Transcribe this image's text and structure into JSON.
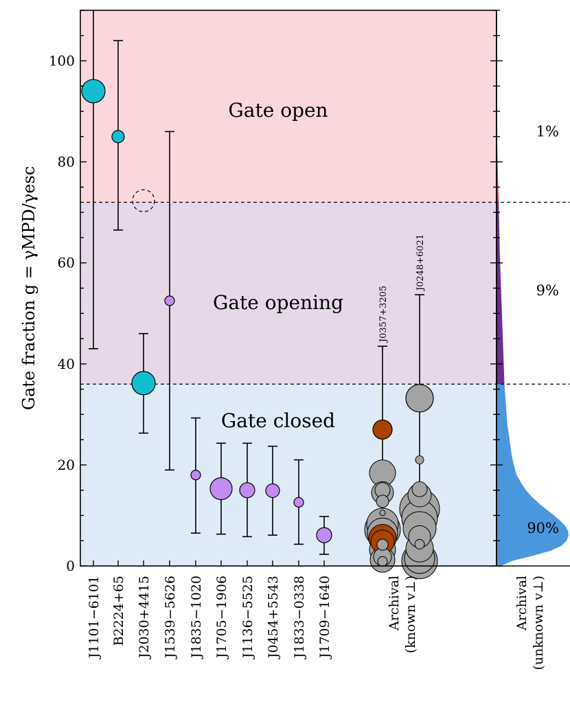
{
  "chart_data": {
    "type": "scatter",
    "ylabel": "Gate fraction g = γMPD/γesc",
    "ylim": [
      0,
      110
    ],
    "yticks": [
      0,
      20,
      40,
      60,
      80,
      100
    ],
    "regions": [
      {
        "label": "Gate open",
        "from": 72,
        "to": 110,
        "color": "#f9d7dd"
      },
      {
        "label": "Gate opening",
        "from": 36,
        "to": 72,
        "color": "#e6d8e8"
      },
      {
        "label": "Gate closed",
        "from": 0,
        "to": 36,
        "color": "#deebf6"
      }
    ],
    "thresholds": [
      72,
      36
    ],
    "pulsars": [
      {
        "name": "J1101−6101",
        "value": 94,
        "lower": 43,
        "upper": 110,
        "color": "#12bdd0",
        "size": 17
      },
      {
        "name": "B2224+65",
        "value": 85,
        "lower": 66.5,
        "upper": 104,
        "color": "#12bdd0",
        "size": 9
      },
      {
        "name": "J2030+4415",
        "value": 72.3,
        "lower": null,
        "upper": null,
        "color": "none",
        "size": 16,
        "dashed": true
      },
      {
        "name": "J2030+4415",
        "value": 36.2,
        "lower": 26.3,
        "upper": 46,
        "color": "#12bdd0",
        "size": 17
      },
      {
        "name": "J1539−5626",
        "value": 52.5,
        "lower": 19,
        "upper": 86,
        "color": "#c28bf2",
        "size": 7
      },
      {
        "name": "J1835−1020",
        "value": 18,
        "lower": 6.5,
        "upper": 29.3,
        "color": "#c28bf2",
        "size": 7
      },
      {
        "name": "J1705−1906",
        "value": 15.3,
        "lower": 6.3,
        "upper": 24.3,
        "color": "#c28bf2",
        "size": 16
      },
      {
        "name": "J1136−5525",
        "value": 15,
        "lower": 5.8,
        "upper": 24.3,
        "color": "#c28bf2",
        "size": 11
      },
      {
        "name": "J0454+5543",
        "value": 14.9,
        "lower": 6.1,
        "upper": 23.7,
        "color": "#c28bf2",
        "size": 10
      },
      {
        "name": "J1833−0338",
        "value": 12.6,
        "lower": 4.3,
        "upper": 21,
        "color": "#c28bf2",
        "size": 7
      },
      {
        "name": "J1709−1640",
        "value": 6.1,
        "lower": 2.3,
        "upper": 9.8,
        "color": "#c28bf2",
        "size": 11
      }
    ],
    "archival_known": [
      {
        "name": "J0357+3205",
        "value": 27,
        "upper": 43.5,
        "color": "#a84300",
        "size": 14
      },
      {
        "name": "J0248+6021",
        "value": 33.2,
        "upper": 53.7,
        "color": "#a3a3a3",
        "size": 20
      }
    ],
    "archival_known_cluster_a": [
      {
        "value": 18.4,
        "size": 19,
        "color": "#a3a3a3"
      },
      {
        "value": 15,
        "size": 11,
        "color": "#a3a3a3"
      },
      {
        "value": 14.5,
        "size": 16,
        "color": "#a3a3a3"
      },
      {
        "value": 12.8,
        "size": 9,
        "color": "#a3a3a3"
      },
      {
        "value": 10.5,
        "size": 4,
        "color": "#a3a3a3"
      },
      {
        "value": 8.3,
        "size": 23,
        "color": "#a3a3a3"
      },
      {
        "value": 7.2,
        "size": 26,
        "color": "#a3a3a3"
      },
      {
        "value": 6.5,
        "size": 22,
        "color": "#a3a3a3"
      },
      {
        "value": 5.5,
        "size": 20,
        "color": "#a84300"
      },
      {
        "value": 4.8,
        "size": 17,
        "color": "#a84300"
      },
      {
        "value": 4.2,
        "size": 8,
        "color": "#a3a3a3"
      },
      {
        "value": 3.2,
        "size": 19,
        "color": "#a3a3a3"
      },
      {
        "value": 1.8,
        "size": 13,
        "color": "#a3a3a3"
      },
      {
        "value": 1.2,
        "size": 18,
        "color": "#a3a3a3"
      },
      {
        "value": 0.9,
        "size": 7,
        "color": "#a3a3a3"
      }
    ],
    "archival_known_cluster_b": [
      {
        "value": 21,
        "size": 6,
        "color": "#a3a3a3"
      },
      {
        "value": 15.2,
        "size": 11,
        "color": "#a3a3a3"
      },
      {
        "value": 14,
        "size": 17,
        "color": "#a3a3a3"
      },
      {
        "value": 11.3,
        "size": 29,
        "color": "#a3a3a3"
      },
      {
        "value": 9.5,
        "size": 26,
        "color": "#a3a3a3"
      },
      {
        "value": 7.5,
        "size": 24,
        "color": "#a3a3a3"
      },
      {
        "value": 5.8,
        "size": 16,
        "color": "#a3a3a3"
      },
      {
        "value": 4.3,
        "size": 7,
        "color": "#a3a3a3"
      },
      {
        "value": 3.5,
        "size": 20,
        "color": "#a3a3a3"
      },
      {
        "value": 1.5,
        "size": 22,
        "color": "#a3a3a3"
      },
      {
        "value": 1,
        "size": 26,
        "color": "#a3a3a3"
      }
    ],
    "archival_known_label": [
      "Archival",
      "(known v⊥)"
    ],
    "archival_unknown_label": [
      "Archival",
      "(unknown v⊥)"
    ],
    "distribution": {
      "percentages": [
        {
          "label": "1%",
          "y": 86
        },
        {
          "label": "9%",
          "y": 54.5
        },
        {
          "label": "90%",
          "y": 7.5
        }
      ],
      "colors": {
        "open": "#e8334f",
        "opening": "#6f2c91",
        "closed": "#4b97de"
      },
      "density": [
        [
          0,
          0.06
        ],
        [
          1,
          0.22
        ],
        [
          2,
          0.5
        ],
        [
          3,
          0.75
        ],
        [
          4,
          0.9
        ],
        [
          5,
          0.97
        ],
        [
          6,
          1.0
        ],
        [
          7,
          0.99
        ],
        [
          8,
          0.95
        ],
        [
          9,
          0.88
        ],
        [
          10,
          0.8
        ],
        [
          11,
          0.71
        ],
        [
          12,
          0.62
        ],
        [
          13,
          0.54
        ],
        [
          14,
          0.47
        ],
        [
          15,
          0.41
        ],
        [
          16,
          0.36
        ],
        [
          17,
          0.32
        ],
        [
          18,
          0.28
        ],
        [
          20,
          0.24
        ],
        [
          22,
          0.21
        ],
        [
          24,
          0.19
        ],
        [
          26,
          0.17
        ],
        [
          28,
          0.15
        ],
        [
          30,
          0.14
        ],
        [
          32,
          0.13
        ],
        [
          34,
          0.12
        ],
        [
          36,
          0.11
        ],
        [
          38,
          0.105
        ],
        [
          40,
          0.1
        ],
        [
          42,
          0.095
        ],
        [
          44,
          0.09
        ],
        [
          46,
          0.085
        ],
        [
          48,
          0.08
        ],
        [
          50,
          0.075
        ],
        [
          52,
          0.07
        ],
        [
          54,
          0.065
        ],
        [
          56,
          0.06
        ],
        [
          58,
          0.055
        ],
        [
          60,
          0.05
        ],
        [
          62,
          0.045
        ],
        [
          64,
          0.042
        ],
        [
          66,
          0.039
        ],
        [
          68,
          0.036
        ],
        [
          70,
          0.033
        ],
        [
          72,
          0.03
        ],
        [
          74,
          0.026
        ],
        [
          76,
          0.022
        ],
        [
          78,
          0.018
        ],
        [
          80,
          0.015
        ],
        [
          82,
          0.012
        ],
        [
          84,
          0.009
        ],
        [
          86,
          0.007
        ],
        [
          88,
          0.005
        ],
        [
          90,
          0.003
        ],
        [
          92,
          0.0
        ]
      ]
    }
  }
}
